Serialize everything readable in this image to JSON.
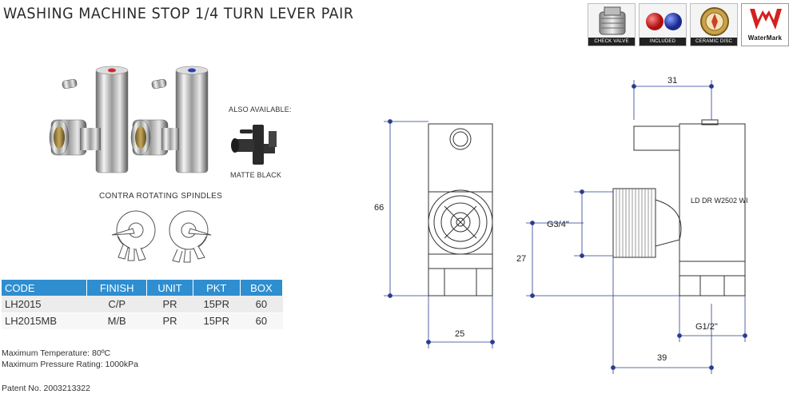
{
  "title": "WASHING MACHINE STOP 1/4 TURN LEVER PAIR",
  "badges": [
    {
      "name": "check-valve",
      "caption": "CHECK VALVE"
    },
    {
      "name": "included",
      "caption": "INCLUDED"
    },
    {
      "name": "ceramic-disc",
      "caption": "CERAMIC DISC"
    },
    {
      "name": "watermark",
      "caption": "WaterMark"
    }
  ],
  "also_available": "ALSO AVAILABLE:",
  "matte_black": "MATTE BLACK",
  "contra": "CONTRA ROTATING SPINDLES",
  "table": {
    "headers": [
      "CODE",
      "FINISH",
      "UNIT",
      "PKT",
      "BOX"
    ],
    "rows": [
      [
        "LH2015",
        "C/P",
        "PR",
        "15PR",
        "60"
      ],
      [
        "LH2015MB",
        "M/B",
        "PR",
        "15PR",
        "60"
      ]
    ]
  },
  "notes": {
    "max_temp": "Maximum Temperature: 80ºC",
    "max_pressure": "Maximum Pressure Rating: 1000kPa",
    "patent": "Patent No. 2003213322"
  },
  "dimensions": {
    "top_width": "31",
    "height": "66",
    "inlet_thread": "G3/4\"",
    "center_height": "27",
    "body_width": "25",
    "outlet_thread": "G1/2\"",
    "depth": "39",
    "marking": "LD DR W2502 WI"
  },
  "colors": {
    "table_header": "#2e8ed0",
    "hot_cap": "#d12a2a",
    "cold_cap": "#2444b8",
    "watermark_red": "#d4211f"
  }
}
